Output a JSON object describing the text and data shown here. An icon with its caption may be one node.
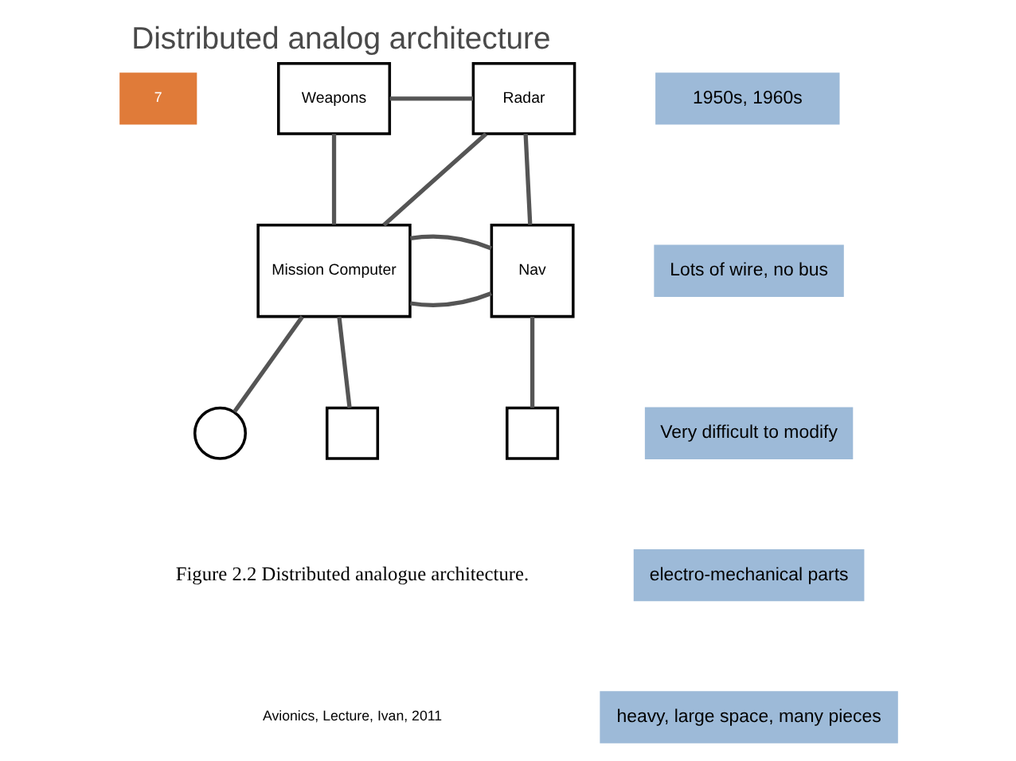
{
  "diagram": {
    "title": "Distributed analog architecture",
    "nodes": [
      {
        "text": [
          "Weapons"
        ]
      },
      {
        "text": [
          "Radar"
        ]
      },
      {
        "text": [
          "Mission Computer"
        ]
      },
      {
        "text": [
          "Nav"
        ]
      },
      {
        "text": [],
        "shape": "circle"
      },
      {
        "text": [],
        "shape": "box"
      },
      {
        "text": [],
        "shape": "box"
      }
    ],
    "edges": [
      {
        "from": 0,
        "to": 1,
        "arrow": "none"
      },
      {
        "from": 0,
        "to": 2,
        "arrow": "none"
      },
      {
        "from": 1,
        "to": 2,
        "arrow": "none"
      },
      {
        "from": 1,
        "to": 3,
        "arrow": "none"
      },
      {
        "from": 2,
        "to": 3,
        "arrow": "none"
      },
      {
        "from": 2,
        "to": 3,
        "arrow": "none"
      },
      {
        "from": 2,
        "to": 4,
        "arrow": "none"
      },
      {
        "from": 2,
        "to": 5,
        "arrow": "none"
      },
      {
        "from": 3,
        "to": 6,
        "arrow": "none"
      }
    ],
    "labels": [
      "7",
      "1950s, 1960s",
      "Lots of wire, no bus",
      "Very difficult to modify",
      "electro-mechanical parts",
      "heavy, large space, many pieces",
      "Figure 2.2 Distributed analogue architecture.",
      "Avionics, Lecture, Ivan, 2011"
    ]
  }
}
